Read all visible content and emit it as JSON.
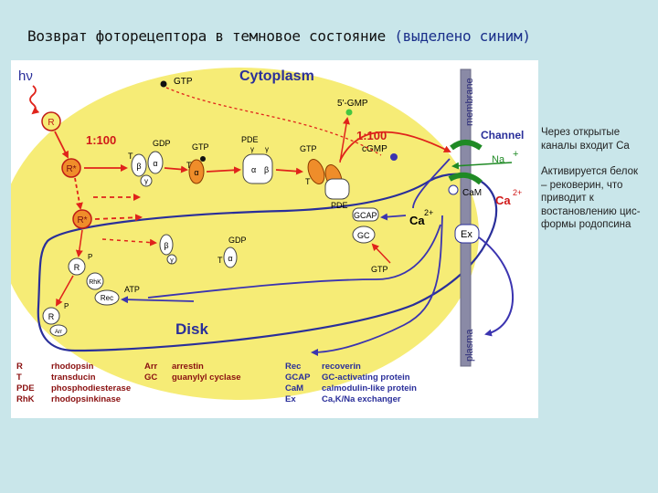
{
  "title": {
    "main": "Возврат фоторецептора в темновое состояние",
    "highlight": "(выделено синим)",
    "highlight_color": "#1a2f8a"
  },
  "diagram": {
    "hv": "hν",
    "cytoplasm": "Cytoplasm",
    "disk": "Disk",
    "membrane": "membrane",
    "plasma": "plasma",
    "channel": "Channel",
    "ratio_left": "1:100",
    "ratio_right": "1:100",
    "na": "Na",
    "na_sign": "+",
    "ca_right": "Ca",
    "ca_right_sup": "2+",
    "ca_center": "Ca",
    "ca_center_sup": "2+",
    "gtp_top": "GTP",
    "gmp": "5'-GMP",
    "cgmp": "cGMP",
    "gtp_mid": "GTP",
    "gtp_right": "GTP",
    "gdp_mid": "GDP",
    "gdp_low": "GDP",
    "gtp_bottom": "GTP",
    "atp": "ATP",
    "pde_label": "PDE",
    "pde_label2": "PDE",
    "r": "R",
    "r_star": "R*",
    "r_star2": "R*",
    "rhk": "RhK",
    "rec": "Rec",
    "arr": "Arr",
    "gcap": "GCAP",
    "gc": "GC",
    "cam": "CaM",
    "ex": "Ex",
    "t": "T",
    "p": "P",
    "alpha": "α",
    "beta": "β",
    "gamma": "γ",
    "colors": {
      "cytoplasm_fill": "#f6ec76",
      "disk_outline": "#2a2f9a",
      "red_arrow": "#e0231b",
      "blue_arrow": "#3b34b0",
      "orange": "#ef8d2a",
      "green": "#1f8a25",
      "membrane": "#8a8aa6"
    }
  },
  "legend": {
    "col1": [
      {
        "abbr": "R",
        "name": "rhodopsin"
      },
      {
        "abbr": "T",
        "name": "transducin"
      },
      {
        "abbr": "PDE",
        "name": "phosphodiesterase"
      },
      {
        "abbr": "RhK",
        "name": "rhodopsinkinase"
      }
    ],
    "col2": [
      {
        "abbr": "Arr",
        "name": "arrestin"
      },
      {
        "abbr": "GC",
        "name": "guanylyl cyclase"
      }
    ],
    "col3": [
      {
        "abbr": "Rec",
        "name": "recoverin"
      },
      {
        "abbr": "GCAP",
        "name": "GC-activating protein"
      },
      {
        "abbr": "CaM",
        "name": "calmodulin-like protein"
      },
      {
        "abbr": "Ex",
        "name": "Ca,K/Na exchanger"
      }
    ]
  },
  "side_notes": {
    "note1": [
      "Через открытые",
      "каналы входит Ca"
    ],
    "note2": [
      "Активируется белок",
      "– рековерин, что",
      "приводит к",
      "востановлению цис-",
      "формы родопсина"
    ]
  }
}
